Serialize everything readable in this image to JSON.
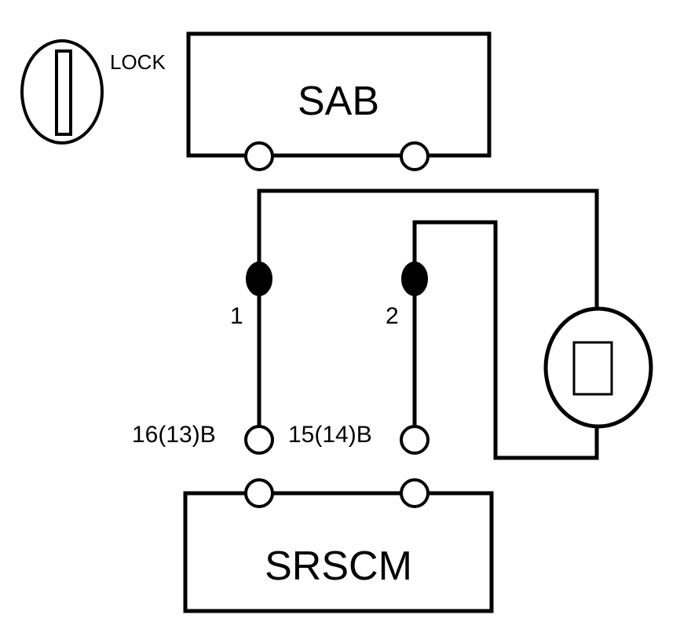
{
  "components": {
    "sab": {
      "label": "SAB"
    },
    "srscm": {
      "label": "SRSCM"
    },
    "lock_switch": {
      "label": "LOCK"
    }
  },
  "pins": {
    "pin_1": "1",
    "pin_2": "2"
  },
  "terminals": {
    "left": "16(13)B",
    "right": "15(14)B"
  }
}
